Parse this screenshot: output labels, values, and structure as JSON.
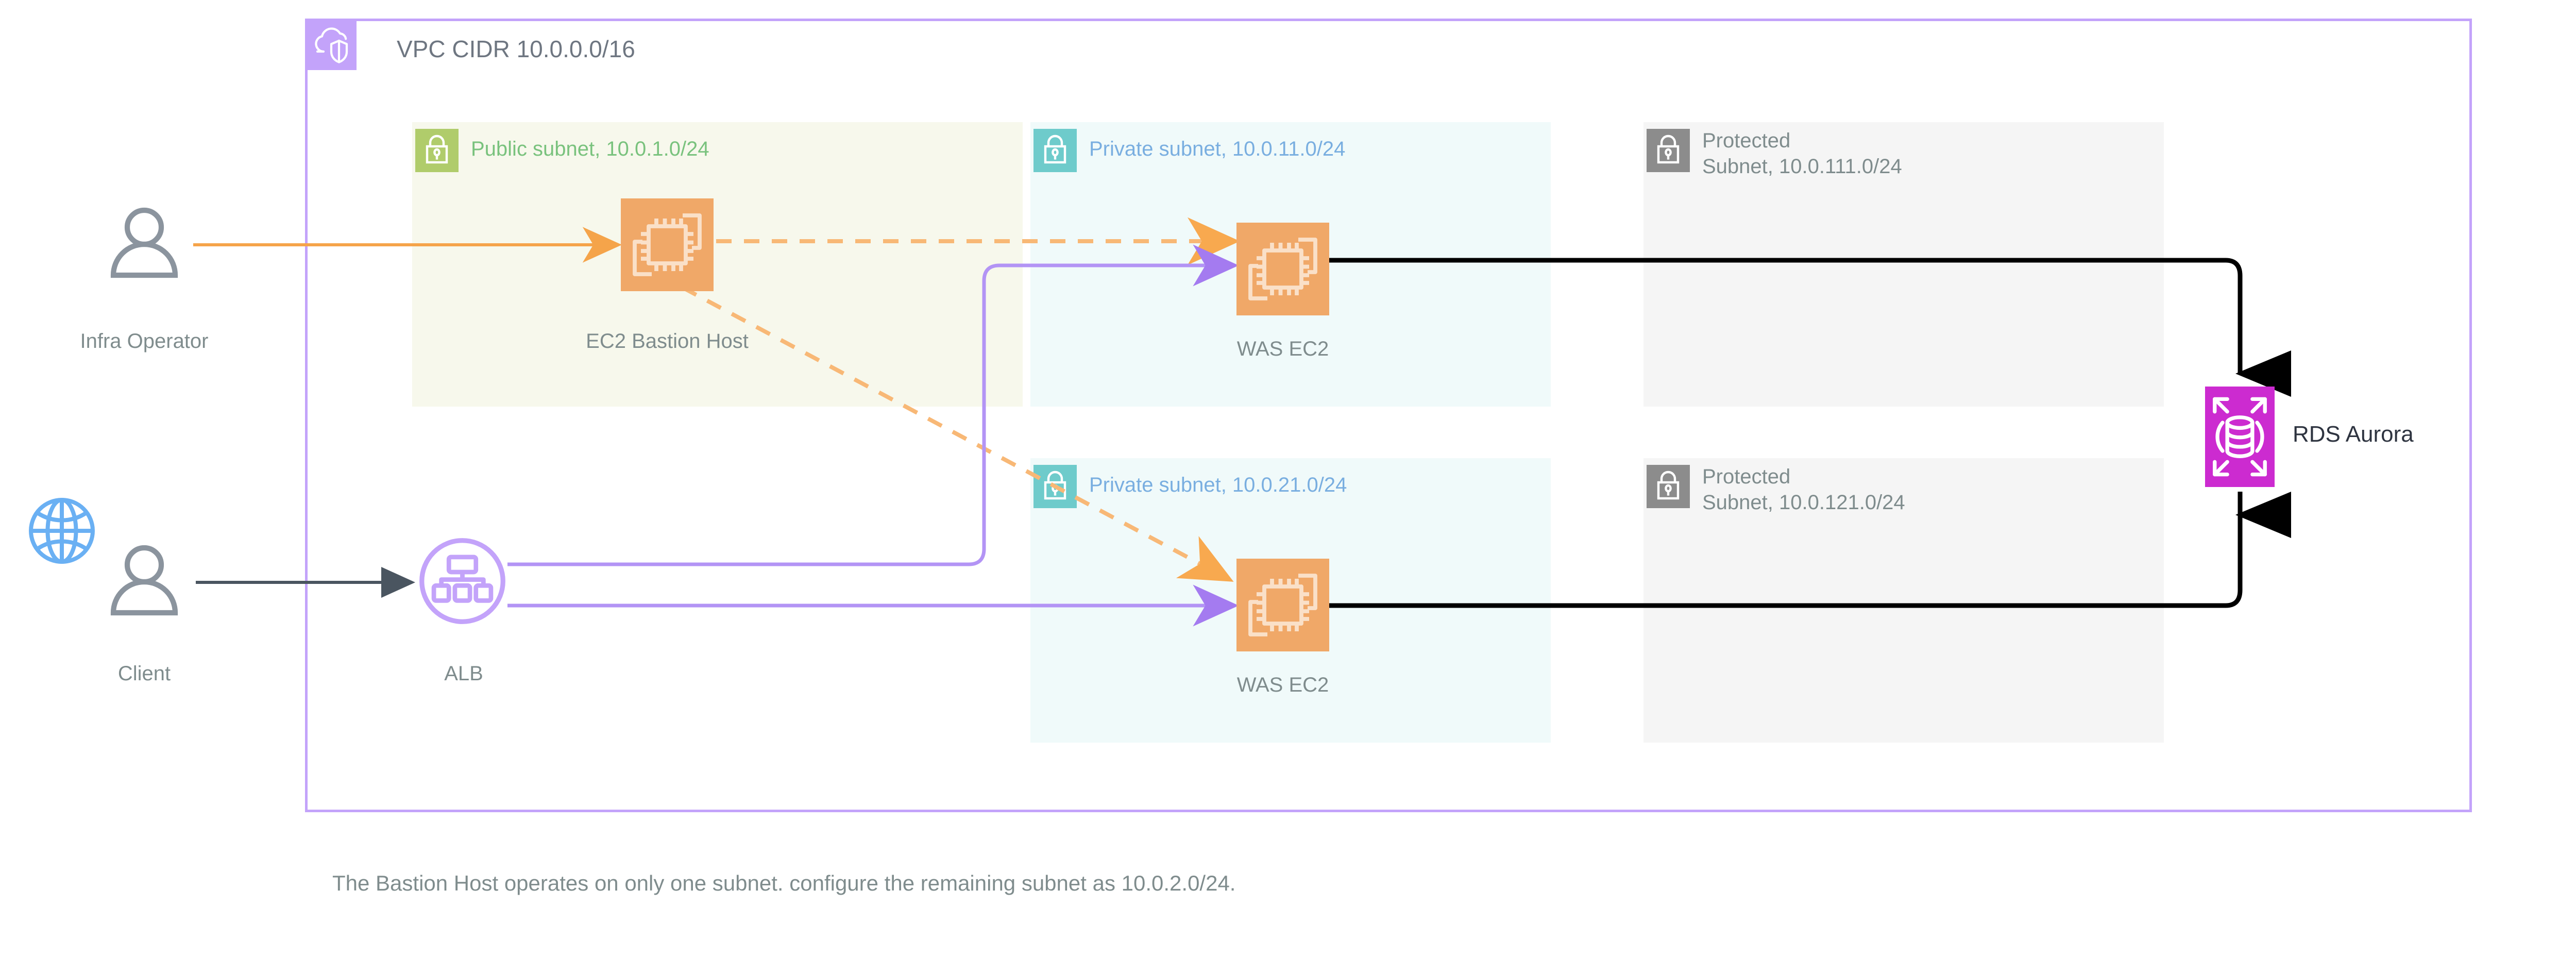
{
  "diagram": {
    "vpc": {
      "title": "VPC CIDR 10.0.0.0/16",
      "icon": "vpc-cloud-shield-icon",
      "border_color": "#c3a3fa",
      "icon_bg": "#c3a3fa"
    },
    "subnets": [
      {
        "id": "public-subnet",
        "label": "Public subnet, 10.0.1.0/24",
        "icon": "lock-icon",
        "icon_bg": "#b0cc6b",
        "text_color": "#79c27d",
        "panel_bg": "#f7f8ec"
      },
      {
        "id": "private-subnet-a",
        "label": "Private subnet, 10.0.11.0/24",
        "icon": "lock-icon",
        "icon_bg": "#6ecbcb",
        "text_color": "#79aee0",
        "panel_bg": "#f0fafa"
      },
      {
        "id": "protected-subnet-a",
        "label": "Protected\nSubnet, 10.0.111.0/24",
        "icon": "lock-icon",
        "icon_bg": "#8c8c8c",
        "text_color": "#7f8c8d",
        "panel_bg": "#f5f5f5"
      },
      {
        "id": "private-subnet-b",
        "label": "Private subnet, 10.0.21.0/24",
        "icon": "lock-icon",
        "icon_bg": "#6ecbcb",
        "text_color": "#79aee0",
        "panel_bg": "#f0fafa"
      },
      {
        "id": "protected-subnet-b",
        "label": "Protected\nSubnet, 10.0.121.0/24",
        "icon": "lock-icon",
        "icon_bg": "#8c8c8c",
        "text_color": "#7f8c8d",
        "panel_bg": "#f5f5f5"
      }
    ],
    "nodes": [
      {
        "id": "infra-operator",
        "label": "Infra Operator",
        "icon": "user-person-icon",
        "color": "#8b949e"
      },
      {
        "id": "client",
        "label": "Client",
        "icon": "user-person-icon",
        "secondary_icon": "globe-internet-icon",
        "color": "#8b949e",
        "globe_color": "#6ab0f3"
      },
      {
        "id": "alb",
        "label": "ALB",
        "icon": "load-balancer-icon",
        "color": "#c3a3fa"
      },
      {
        "id": "bastion-ec2",
        "label": "EC2 Bastion Host",
        "icon": "ec2-instance-icon",
        "color": "#f0a868"
      },
      {
        "id": "was-ec2-a",
        "label": "WAS EC2",
        "icon": "ec2-instance-icon",
        "color": "#f0a868"
      },
      {
        "id": "was-ec2-b",
        "label": "WAS EC2",
        "icon": "ec2-instance-icon",
        "color": "#f0a868"
      },
      {
        "id": "rds-aurora",
        "label": "RDS Aurora",
        "icon": "rds-aurora-database-icon",
        "color": "#cc2bd0"
      }
    ],
    "connections": [
      {
        "id": "operator-to-bastion",
        "from": "infra-operator",
        "to": "bastion-ec2",
        "style": "solid",
        "color": "#f0a868"
      },
      {
        "id": "bastion-to-was-a",
        "from": "bastion-ec2",
        "to": "was-ec2-a",
        "style": "dashed",
        "color": "#f4b678"
      },
      {
        "id": "bastion-to-was-b",
        "from": "bastion-ec2",
        "to": "was-ec2-b",
        "style": "dashed",
        "color": "#f4b678"
      },
      {
        "id": "client-to-alb",
        "from": "client",
        "to": "alb",
        "style": "solid",
        "color": "#5a6470"
      },
      {
        "id": "alb-to-was-a",
        "from": "alb",
        "to": "was-ec2-a",
        "style": "solid",
        "color": "#c3a3fa"
      },
      {
        "id": "alb-to-was-b",
        "from": "alb",
        "to": "was-ec2-b",
        "style": "solid",
        "color": "#c3a3fa"
      },
      {
        "id": "was-a-to-rds",
        "from": "was-ec2-a",
        "to": "rds-aurora",
        "style": "solid",
        "color": "#000000"
      },
      {
        "id": "was-b-to-rds",
        "from": "was-ec2-b",
        "to": "rds-aurora",
        "style": "solid",
        "color": "#000000"
      }
    ],
    "caption": "The Bastion Host operates on only one subnet. configure the remaining subnet as 10.0.2.0/24."
  }
}
